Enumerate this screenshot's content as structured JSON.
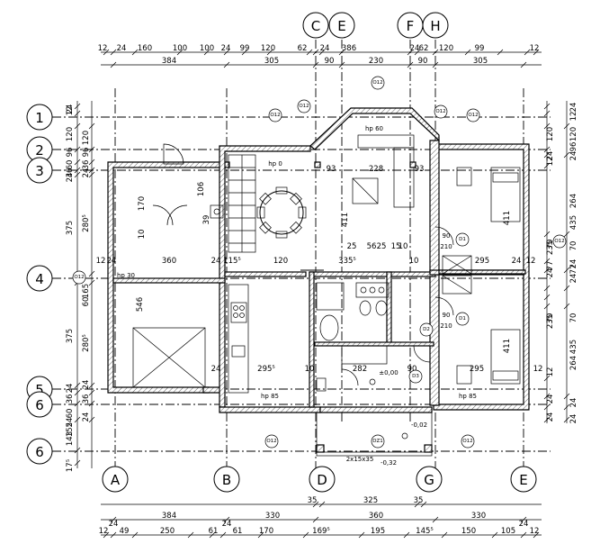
{
  "axes": {
    "top": [
      "C",
      "E",
      "F",
      "H"
    ],
    "bottom": [
      "A",
      "B",
      "D",
      "G",
      "E"
    ],
    "left": [
      "1",
      "2",
      "3",
      "4",
      "5",
      "6",
      "6"
    ]
  },
  "dims": {
    "top_row1": [
      "12",
      "24",
      "160",
      "100",
      "100",
      "24",
      "99",
      "120",
      "62",
      "24",
      "386",
      "24",
      "62",
      "120",
      "99",
      "12"
    ],
    "top_row2": [
      "384",
      "305",
      "90",
      "230",
      "90",
      "305"
    ],
    "bottom_row1": [
      "35",
      "325",
      "35"
    ],
    "bottom_row2": [
      "384",
      "330",
      "360",
      "330"
    ],
    "bottom_row3": [
      "12",
      "49",
      "250",
      "61",
      "61",
      "170",
      "169⁵",
      "195",
      "145⁵",
      "150",
      "105",
      "12"
    ],
    "bottom_24": [
      "24",
      "24",
      "24"
    ],
    "left_outer": [
      "24",
      "12",
      "120",
      "96",
      "60",
      "36",
      "24",
      "375",
      "375",
      "24",
      "36",
      "60",
      "24",
      "155",
      "143",
      "17⁵"
    ],
    "left_inner": [
      "120",
      "96",
      "36",
      "24",
      "280⁵",
      "165",
      "60",
      "280⁵",
      "24",
      "36",
      "24"
    ],
    "right_outer": [
      "24",
      "12",
      "120",
      "96",
      "24",
      "264",
      "435",
      "70",
      "24",
      "77",
      "24",
      "70",
      "435",
      "264",
      "24",
      "24"
    ],
    "right_inner": [
      "120",
      "24",
      "12",
      "70",
      "235",
      "77",
      "24",
      "70",
      "235",
      "12",
      "24",
      "24"
    ]
  },
  "interior": {
    "r1": [
      "12",
      "24",
      "360",
      "24",
      "115⁵",
      "120",
      "335⁵",
      "10",
      "295",
      "24",
      "12"
    ],
    "mid": [
      "93",
      "228",
      "93"
    ],
    "small": [
      "25",
      "56",
      "25",
      "15",
      "10"
    ],
    "lower": [
      "24",
      "295⁵",
      "10",
      "282",
      "90",
      "295",
      "12"
    ],
    "v": [
      "170",
      "106",
      "39",
      "10",
      "546",
      "411",
      "411",
      "411"
    ],
    "misc": [
      "hp 60",
      "hp 0",
      "hp 30",
      "hp 85",
      "hp 85",
      "±0,00",
      "-0,02",
      "-0,32",
      "2x15x35",
      "90",
      "210",
      "90",
      "210"
    ]
  },
  "tags": {
    "o12": [
      "O12",
      "O12",
      "O12",
      "O12",
      "O12",
      "O12",
      "O12",
      "O12",
      "O12"
    ],
    "doors": [
      "D1",
      "D1",
      "D2",
      "D3",
      "DZ1"
    ]
  }
}
